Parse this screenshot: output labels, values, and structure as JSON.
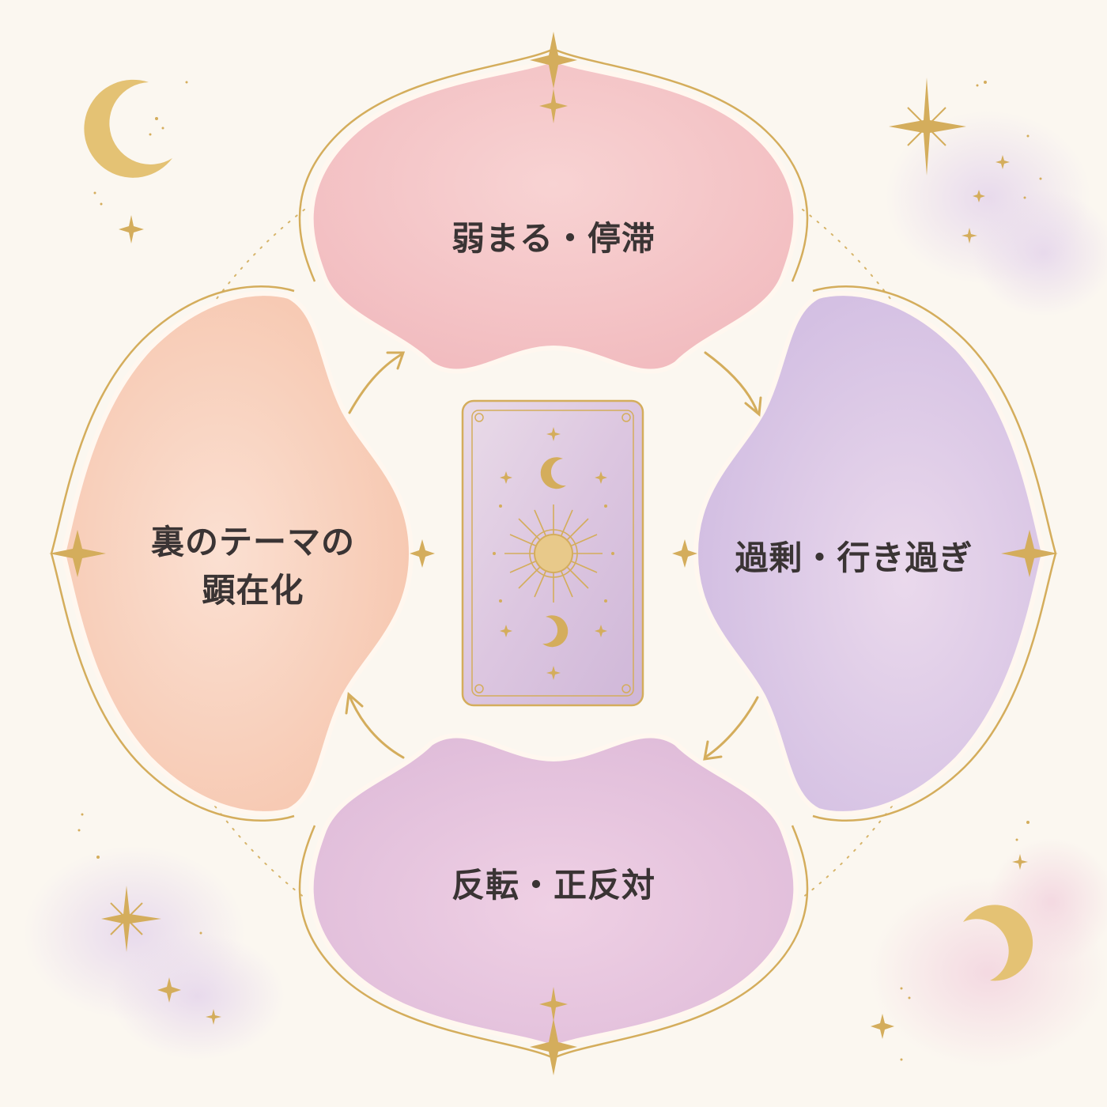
{
  "diagram": {
    "center": {
      "icon": "tarot-card-icon"
    },
    "segments": [
      {
        "id": "top",
        "label": "弱まる・停滞",
        "color": "#f5c2c4"
      },
      {
        "id": "right",
        "label": "過剰・行き過ぎ",
        "color": "#d9c7e6"
      },
      {
        "id": "bottom",
        "label": "反転・正反対",
        "color": "#e9c5df"
      },
      {
        "id": "left",
        "label_lines": [
          "裏のテーマの",
          "顕在化"
        ],
        "color": "#f9cfb9"
      }
    ],
    "cycle_direction": "clockwise",
    "accent_color": "#d4ad5c"
  }
}
